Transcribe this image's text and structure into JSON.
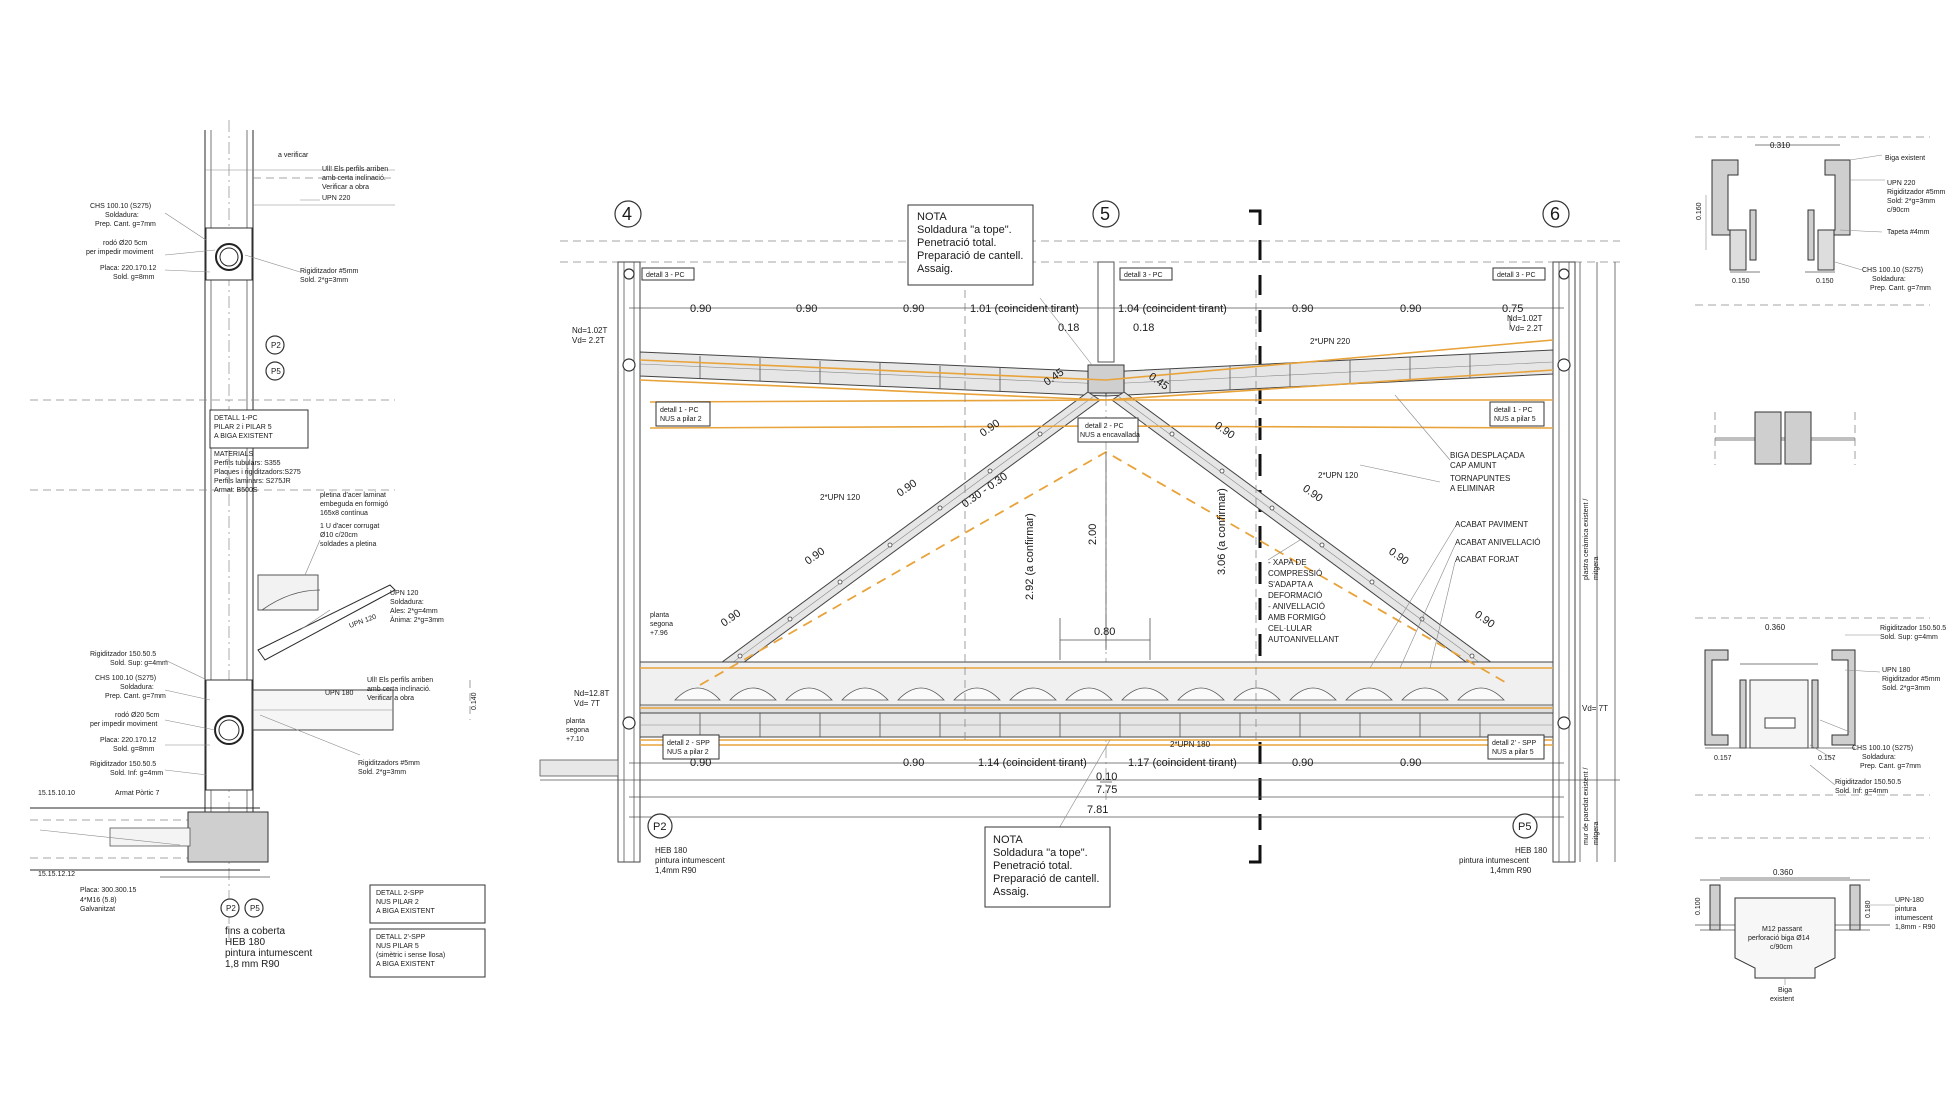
{
  "grid": {
    "axis4": "4",
    "axis5": "5",
    "axis6": "6"
  },
  "top_dims": [
    "0.90",
    "0.90",
    "0.90",
    "1.01 (coincident tirant)",
    "1.04 (coincident tirant)",
    "0.90",
    "0.90",
    "0.75"
  ],
  "top_small_dims": [
    "0.18",
    "0.18"
  ],
  "bottom_dims": [
    "0.90",
    "0.90",
    "1.14 (coincident tirant)",
    "1.17 (coincident tirant)",
    "0.90",
    "0.90"
  ],
  "bottom_totals": [
    "0.10",
    "7.75",
    "7.81"
  ],
  "diagonal_dims_left": [
    "0.45",
    "0.90",
    "0.90",
    "0.90",
    "0.90",
    "0.30 - 0.30"
  ],
  "diagonal_dims_right": [
    "0.45",
    "0.90",
    "0.90",
    "0.90",
    "0.90"
  ],
  "heights": [
    "2.92 (a confirmar)",
    "2.00",
    "3.06 (a confirmar)"
  ],
  "center_dim": "0.80",
  "notes": {
    "nota_top": [
      "NOTA",
      "Soldadura \"a tope\".",
      "Penetració total.",
      "Preparació de cantell.",
      "Assaig."
    ],
    "nota_bottom": [
      "NOTA",
      "Soldadura \"a tope\".",
      "Penetració total.",
      "Preparació de cantell.",
      "Assaig."
    ]
  },
  "tags": {
    "detall3_left": "detall 3 - PC",
    "detall3_mid": "detall 3 - PC",
    "detall3_right": "detall 3 - PC",
    "detall1_left": [
      "detall 1 - PC",
      "NUS a pilar 2"
    ],
    "detall1_right": [
      "detall 1 - PC",
      "NUS a pilar 5"
    ],
    "detall2_mid": [
      "detall 2 - PC",
      "NUS a encavallada"
    ],
    "detall2_left": [
      "detall 2 - SPP",
      "NUS a pilar 2"
    ],
    "detall2_right": [
      "detall 2' - SPP",
      "NUS a pilar 5"
    ]
  },
  "loads": {
    "left_top": [
      "Nd=1.02T",
      "Vd= 2.2T"
    ],
    "right_top": [
      "Nd=1.02T",
      "Vd= 2.2T"
    ],
    "left_bottom": [
      "Nd=12.8T",
      "Vd= 7T"
    ],
    "right_bottom": "Vd= 7T"
  },
  "labels": {
    "upn220": "2*UPN 220",
    "upn120_left": "2*UPN 120",
    "upn120_right": "2*UPN 120",
    "upn180": "2*UPN 180",
    "planta_segona_1": [
      "planta",
      "segona",
      "+7.96"
    ],
    "planta_segona_2": [
      "planta",
      "segona",
      "+7.10"
    ],
    "biga": [
      "BIGA DESPLAÇADA",
      "CAP AMUNT"
    ],
    "tornapuntes": [
      "TORNAPUNTES",
      "A ELIMINAR"
    ],
    "acabat_paviment": "ACABAT PAVIMENT",
    "acabat_anivellacio": "ACABAT  ANIVELLACIÓ",
    "acabat_forjat": "ACABAT FORJAT",
    "xapa": [
      "- XAPA DE",
      "COMPRESSIÓ",
      "S'ADAPTA A",
      "DEFORMACIÓ",
      "- ANIVELLACIÓ",
      "AMB FORMIGÓ",
      "CEL·LULAR",
      "AUTOANIVELLANT"
    ],
    "p2": "P2",
    "p5": "P5",
    "heb_left": [
      "HEB 180",
      "pintura intumescent",
      "1,4mm R90"
    ],
    "heb_right": [
      "HEB 180",
      "pintura intumescent",
      "1,4mm R90"
    ],
    "plastra": [
      "plastra ceràmica existent /",
      "mitgera"
    ],
    "mur": [
      "mur de paredat existent /",
      "mitgera"
    ]
  },
  "left_panel": {
    "ull_top": [
      "Ull! Els perfils arriben",
      "amb certa inclinació.",
      "Verificar a obra"
    ],
    "a_verificar": "a verificar",
    "upn220": "UPN 220",
    "chs_top": [
      "CHS 100.10 (S275)",
      "Soldadura:",
      "Prep. Cant. g=7mm"
    ],
    "rodo_top": [
      "rodó Ø20 5cm",
      "per impedir moviment"
    ],
    "placa_top": [
      "Placa: 220.170.12",
      "Sold. g=8mm"
    ],
    "rigid_top": [
      "Rigiditzador #5mm",
      "Sold. 2*g=3mm"
    ],
    "p2": "P2",
    "p5": "P5",
    "detall1": [
      "DETALL 1-PC",
      "PILAR 2 i PILAR 5",
      "A BIGA EXISTENT"
    ],
    "materials": [
      "MATERIALS",
      "Perfils tubulars: S355",
      "Plaques i rigiditzadors:S275",
      "Perfils laminars: S275JR",
      "Armat: B500S"
    ],
    "pletina": [
      "pletina d'acer laminat",
      "embeguda en formigó",
      "165x8 contínua"
    ],
    "u_acer": [
      "1 U d'acer corrugat",
      "Ø10 c/20cm",
      "soldades a pletina"
    ],
    "upn120": [
      "UPN 120",
      "Soldadura:",
      "Ales: 2*g=4mm",
      "Ànima: 2*g=3mm"
    ],
    "upn120_diag": "UPN 120",
    "rigid_sup": [
      "Rigiditzador 150.50.5",
      "Sold. Sup: g=4mm"
    ],
    "chs_mid": [
      "CHS 100.10 (S275)",
      "Soldadura:",
      "Prep. Cant. g=7mm"
    ],
    "rodo_mid": [
      "rodó Ø20 5cm",
      "per impedir moviment"
    ],
    "placa_mid": [
      "Placa: 220.170.12",
      "Sold. g=8mm"
    ],
    "rigid_inf": [
      "Rigiditzador 150.50.5",
      "Sold. Inf: g=4mm"
    ],
    "upn180": "UPN 180",
    "ull_mid": [
      "Ull! Els perfils arriben",
      "amb certa inclinació.",
      "Verificar a obra"
    ],
    "rigid_mid": [
      "Rigiditzadors #5mm",
      "Sold. 2*g=3mm"
    ],
    "dim_0140": "0.140",
    "l_15_10": "15.15.10.10",
    "armat": "Armat Pòrtic 7",
    "l_15_12": "15.15.12.12",
    "placa_bot": [
      "Placa: 300.300.15",
      "4*M16 (5.8)",
      "Galvanitzat"
    ],
    "p2b": "P2",
    "p5b": "P5",
    "fins": [
      "fins a coberta",
      "HEB 180",
      "pintura intumescent",
      "1,8 mm R90"
    ],
    "detall2": [
      "DETALL 2-SPP",
      "NUS PILAR 2",
      "A BIGA EXISTENT"
    ],
    "detall2b": [
      "DETALL 2'-SPP",
      "NUS PILAR 5",
      "(simètric i sense llosa)",
      "A BIGA EXISTENT"
    ]
  },
  "right_panel": {
    "dim_0310": "0.310",
    "biga_existent": "Biga existent",
    "upn220": [
      "UPN 220",
      "Rigiditzador #5mm",
      "Sold: 2*g=3mm",
      "c/90cm"
    ],
    "tapeta": "Tapeta #4mm",
    "chs": [
      "CHS 100.10 (S275)",
      "Soldadura:",
      "Prep. Cant. g=7mm"
    ],
    "dim_0150a": "0.150",
    "dim_0150b": "0.150",
    "dim_0160": "0.160",
    "dim_0360a": "0.360",
    "rigid_sup": [
      "Rigiditzador 150.50.5",
      "Sold. Sup: g=4mm"
    ],
    "upn180": [
      "UPN 180",
      "Rigiditzador #5mm",
      "Sold. 2*g=3mm"
    ],
    "dim_0157a": "0.157",
    "dim_0157b": "0.157",
    "chs2": [
      "CHS 100.10 (S275)",
      "Soldadura:",
      "Prep. Cant. g=7mm"
    ],
    "rigid_inf": [
      "Rigiditzador 150.50.5",
      "Sold. Inf: g=4mm"
    ],
    "dim_0360b": "0.360",
    "dim_0100": "0.100",
    "dim_0180": "0.180",
    "m12": [
      "M12 passant",
      "perforació biga Ø14",
      "c/90cm"
    ],
    "upn180b": [
      "UPN-180",
      "pintura",
      "intumescent",
      "1,8mm - R90"
    ],
    "biga_existent2": [
      "Biga",
      "existent"
    ]
  }
}
